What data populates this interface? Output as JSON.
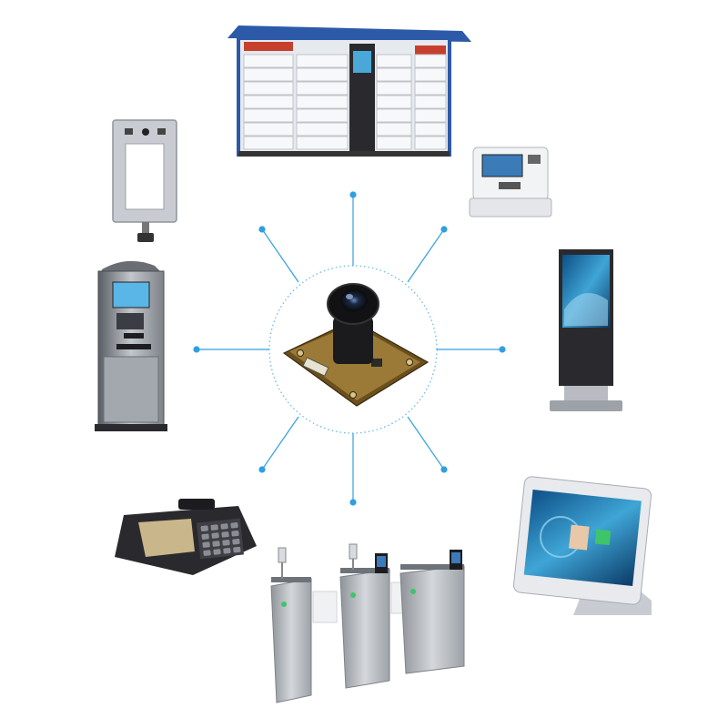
{
  "diagram": {
    "center": {
      "name": "camera-module",
      "label": ""
    },
    "spokes": [
      {
        "name": "spoke-top"
      },
      {
        "name": "spoke-top-right"
      },
      {
        "name": "spoke-right"
      },
      {
        "name": "spoke-bottom-right"
      },
      {
        "name": "spoke-bottom"
      },
      {
        "name": "spoke-bottom-left"
      },
      {
        "name": "spoke-left"
      },
      {
        "name": "spoke-top-left"
      }
    ],
    "devices": [
      {
        "name": "parcel-locker"
      },
      {
        "name": "desktop-terminal"
      },
      {
        "name": "digital-signage-kiosk"
      },
      {
        "name": "face-recognition-tablet"
      },
      {
        "name": "turnstile-gates"
      },
      {
        "name": "pos-terminal"
      },
      {
        "name": "atm-machine"
      },
      {
        "name": "wall-mounted-face-reader"
      }
    ],
    "colors": {
      "accent": "#2f9fe0",
      "circle": "#6db8e6",
      "pcb": "#8a6a2a",
      "locker_blue": "#2c5aa8",
      "screen_blue": "#4aa8d8",
      "steel": "#b8bcc2",
      "dark": "#2a2a2e"
    }
  }
}
